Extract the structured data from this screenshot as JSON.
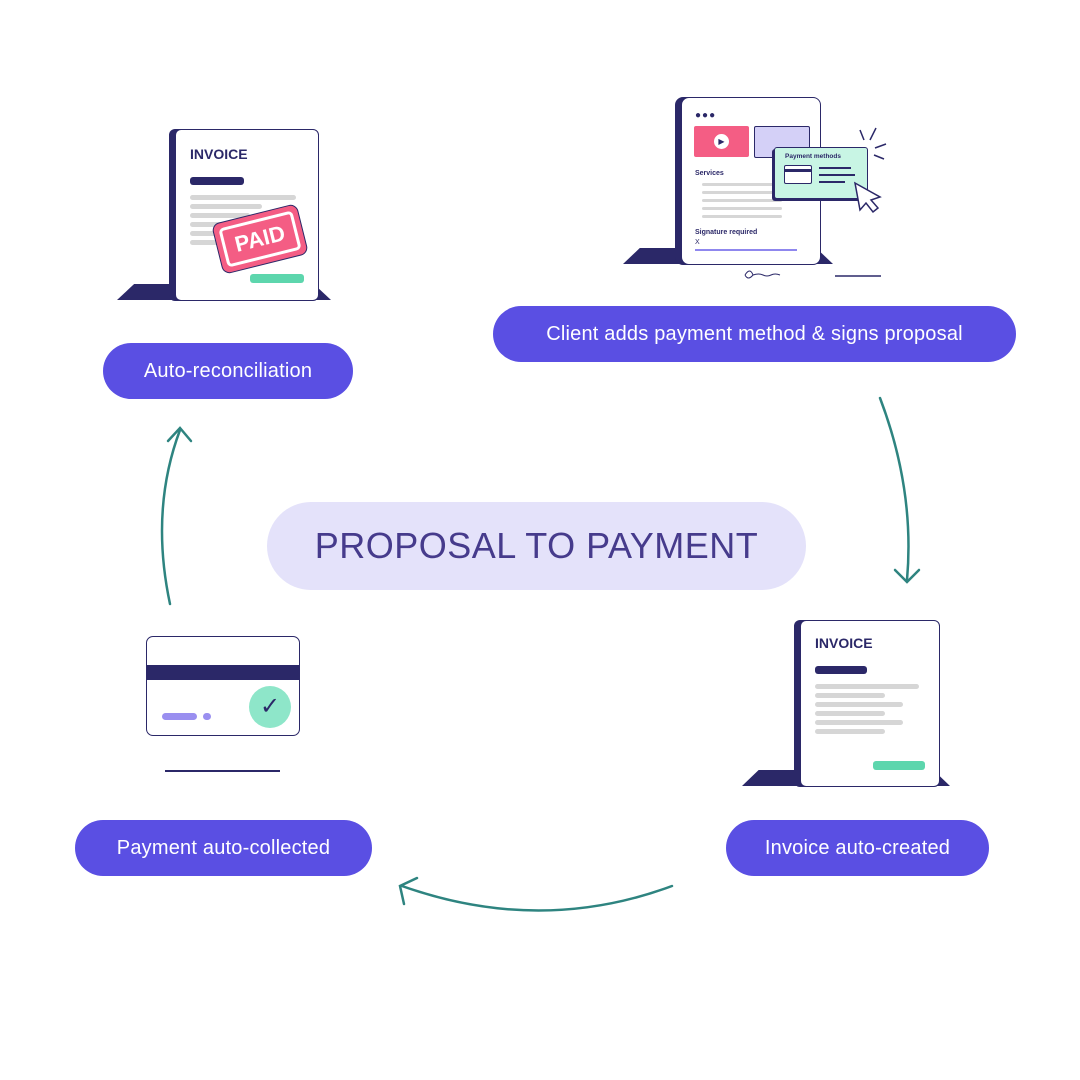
{
  "title": "PROPOSAL TO PAYMENT",
  "steps": {
    "proposal": "Client adds payment method & signs proposal",
    "invoice": "Invoice auto-created",
    "payment": "Payment auto-collected",
    "reconciliation": "Auto-reconciliation"
  },
  "illustrations": {
    "proposal": {
      "section": "Services",
      "signature": "Signature required",
      "signature_mark": "X",
      "popup": "Payment methods"
    },
    "invoice_created": {
      "heading": "INVOICE"
    },
    "invoice_paid": {
      "heading": "INVOICE",
      "stamp": "PAID"
    }
  },
  "colors": {
    "pill": "#5a4fe3",
    "center_bg": "#e4e2fa",
    "navy": "#2b2868",
    "arrow": "#2e8480",
    "pink": "#f45d84",
    "green": "#5dd6ad"
  }
}
